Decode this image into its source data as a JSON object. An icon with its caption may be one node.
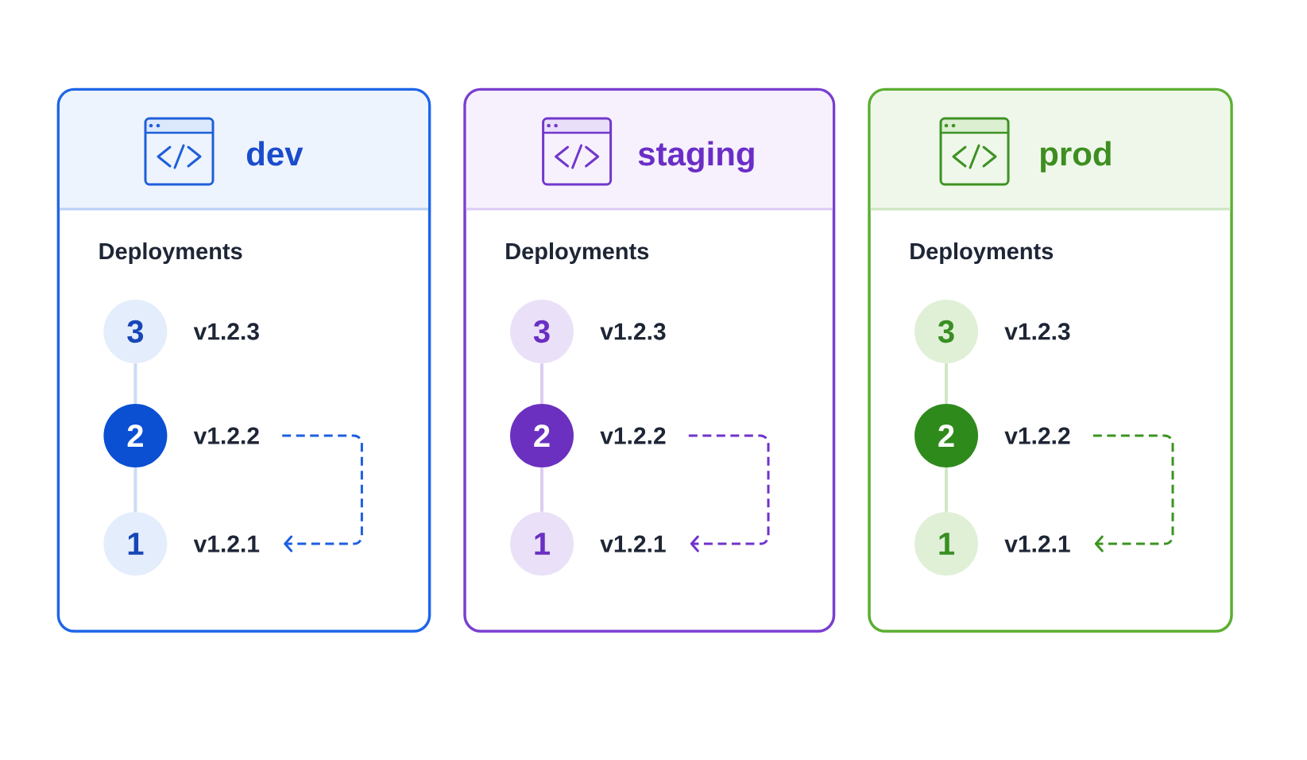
{
  "diagram": {
    "nodes": [
      {
        "text": [
          "dev",
          "Deployments"
        ]
      },
      {
        "text": [
          "3"
        ],
        "in": 0
      },
      {
        "text": [
          "v1.2.3"
        ],
        "in": 0
      },
      {
        "text": [
          "2"
        ],
        "in": 0
      },
      {
        "text": [
          "v1.2.2"
        ],
        "in": 0
      },
      {
        "text": [
          "1"
        ],
        "in": 0
      },
      {
        "text": [
          "v1.2.1"
        ],
        "in": 0
      },
      {
        "text": [
          "staging",
          "Deployments"
        ]
      },
      {
        "text": [
          "3"
        ],
        "in": 7
      },
      {
        "text": [
          "v1.2.3"
        ],
        "in": 7
      },
      {
        "text": [
          "2"
        ],
        "in": 7
      },
      {
        "text": [
          "v1.2.2"
        ],
        "in": 7
      },
      {
        "text": [
          "1"
        ],
        "in": 7
      },
      {
        "text": [
          "v1.2.1"
        ],
        "in": 7
      },
      {
        "text": [
          "prod",
          "Deployments"
        ]
      },
      {
        "text": [
          "3"
        ],
        "in": 14
      },
      {
        "text": [
          "v1.2.3"
        ],
        "in": 14
      },
      {
        "text": [
          "2"
        ],
        "in": 14
      },
      {
        "text": [
          "v1.2.2"
        ],
        "in": 14
      },
      {
        "text": [
          "1"
        ],
        "in": 14
      },
      {
        "text": [
          "v1.2.1"
        ],
        "in": 14
      }
    ],
    "edges": [
      {
        "from": 1,
        "to": 3,
        "arrow": "none",
        "color": "#c9dbf7"
      },
      {
        "from": 3,
        "to": 5,
        "arrow": "none",
        "color": "#c9dbf7"
      },
      {
        "from": 4,
        "to": 6,
        "arrow": "to",
        "style": "dashed",
        "color": "#1d5fe0"
      },
      {
        "from": 8,
        "to": 10,
        "arrow": "none",
        "color": "#dccdf3"
      },
      {
        "from": 10,
        "to": 12,
        "arrow": "none",
        "color": "#dccdf3"
      },
      {
        "from": 11,
        "to": 13,
        "arrow": "to",
        "style": "dashed",
        "color": "#7033cc"
      },
      {
        "from": 15,
        "to": 17,
        "arrow": "none",
        "color": "#d0e6c4"
      },
      {
        "from": 17,
        "to": 19,
        "arrow": "none",
        "color": "#d0e6c4"
      },
      {
        "from": 18,
        "to": 20,
        "arrow": "to",
        "style": "dashed",
        "color": "#3c9422"
      }
    ]
  }
}
